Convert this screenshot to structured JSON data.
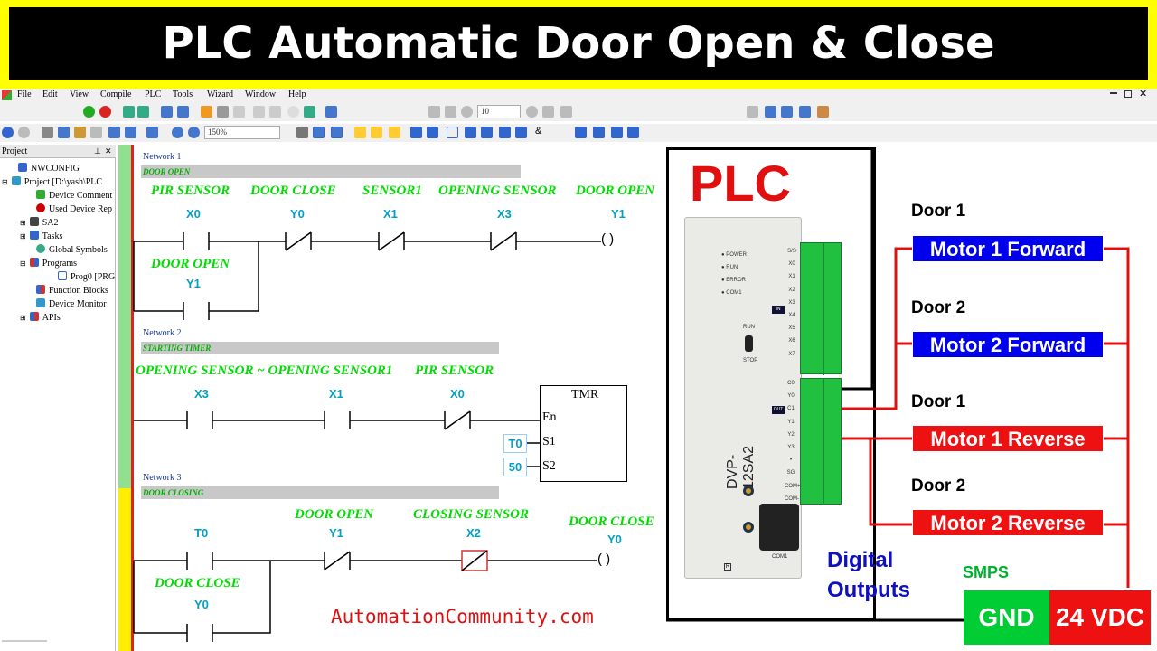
{
  "banner": {
    "title": "PLC Automatic Door Open & Close"
  },
  "menu": [
    "File",
    "Edit",
    "View",
    "Compile",
    "PLC",
    "Tools",
    "Wizard",
    "Window",
    "Help"
  ],
  "toolbar": {
    "step_value": "10",
    "zoom": "150%",
    "ampersand": "&"
  },
  "tree": {
    "header": "Project",
    "items": [
      "NWCONFIG",
      "Project [D:\\yash\\PLC",
      "Device Comment",
      "Used Device Rep",
      "SA2",
      "Tasks",
      "Global Symbols",
      "Programs",
      "Prog0 [PRG",
      "Function Blocks",
      "Device Monitor",
      "APIs"
    ]
  },
  "ladder": {
    "network1": {
      "label": "Network 1",
      "comment": "DOOR OPEN",
      "c1_name": "PIR SENSOR",
      "c1_dev": "X0",
      "c2_name": "DOOR CLOSE",
      "c2_dev": "Y0",
      "c3_name": "SENSOR1",
      "c3_dev": "X1",
      "c4_name": "OPENING SENSOR",
      "c4_dev": "X3",
      "coil_name": "DOOR OPEN",
      "coil_dev": "Y1",
      "latch_name": "DOOR OPEN",
      "latch_dev": "Y1",
      "coil_text": "(  )"
    },
    "network2": {
      "label": "Network 2",
      "comment": "STARTING TIMER",
      "c1_name": "OPENING SENSOR ~ OPENING SENSOR1",
      "c1_dev": "X3",
      "c2_dev": "X1",
      "c3_name": "PIR SENSOR",
      "c3_dev": "X0",
      "block_name": "TMR",
      "pin_en": "En",
      "pin_s1": "S1",
      "pin_s2": "S2",
      "s1_val": "T0",
      "s2_val": "50"
    },
    "network3": {
      "label": "Network 3",
      "comment": "DOOR CLOSING",
      "c1_dev": "T0",
      "c2_name": "DOOR OPEN",
      "c2_dev": "Y1",
      "c3_name": "CLOSING SENSOR",
      "c3_dev": "X2",
      "coil_name": "DOOR CLOSE",
      "coil_dev": "Y0",
      "latch_name": "DOOR CLOSE",
      "latch_dev": "Y0",
      "coil_text": "(  )"
    }
  },
  "watermark": "AutomationCommunity.com",
  "plc": {
    "title": "PLC",
    "model": "DVP-12SA2",
    "leds": [
      "POWER",
      "RUN",
      "ERROR",
      "COM1"
    ],
    "switch": [
      "RUN",
      "STOP"
    ],
    "inputs": [
      "S/S",
      "X0",
      "X1",
      "X2",
      "X3",
      "X4",
      "X5",
      "X6",
      "X7"
    ],
    "in_tag": "IN",
    "outputs": [
      "C0",
      "Y0",
      "C1",
      "Y1",
      "Y2",
      "Y3",
      "•",
      "SG",
      "COM+",
      "COM-"
    ],
    "out_tag": "OUT",
    "port": "COM1",
    "digital_outputs": "Digital\nOutputs",
    "digital_outputs_l1": "Digital",
    "digital_outputs_l2": "Outputs",
    "r_mark": "R"
  },
  "motors": [
    {
      "door": "Door 1",
      "label": "Motor 1 Forward",
      "color": "#0000ee"
    },
    {
      "door": "Door 2",
      "label": "Motor 2 Forward",
      "color": "#0000ee"
    },
    {
      "door": "Door 1",
      "label": "Motor 1 Reverse",
      "color": "#ee1111"
    },
    {
      "door": "Door 2",
      "label": "Motor 2 Reverse",
      "color": "#ee1111"
    }
  ],
  "power": {
    "smps": "SMPS",
    "gnd": "GND",
    "vdc": "24 VDC",
    "gnd_color": "#00cc33",
    "vdc_color": "#ee1111"
  }
}
